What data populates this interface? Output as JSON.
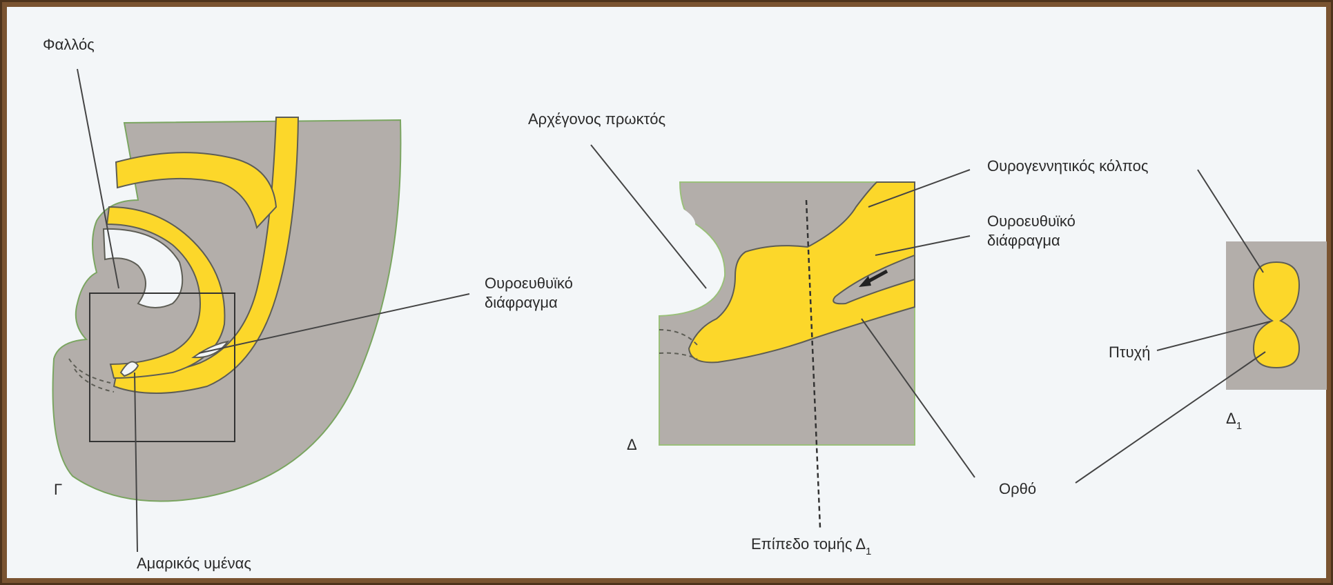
{
  "colors": {
    "tissue": "#b3aeaa",
    "yellow": "#fcd72a",
    "outline": "#5d5d55",
    "background": "#f3f6f8",
    "frame": "#7a5431"
  },
  "panel_g": {
    "panel_label": "Γ",
    "phallus": "Φαλλός",
    "urorectal_septum_line1": "Ουροευθυϊκό",
    "urorectal_septum_line2": "διάφραγμα",
    "cloacal_membrane": "Αμαρικός υμένας"
  },
  "panel_d": {
    "panel_label": "Δ",
    "primitive_anus": "Αρχέγονος πρωκτός",
    "urogenital_sinus": "Ουρογεννητικός κόλπος",
    "urorectal_septum_line1": "Ουροευθυϊκό",
    "urorectal_septum_line2": "διάφραγμα",
    "rectum": "Ορθό",
    "section_plane": "Επίπεδο τομής Δ",
    "section_plane_sub": "1"
  },
  "panel_d1": {
    "panel_label": "Δ",
    "panel_label_sub": "1",
    "fold": "Πτυχή"
  }
}
